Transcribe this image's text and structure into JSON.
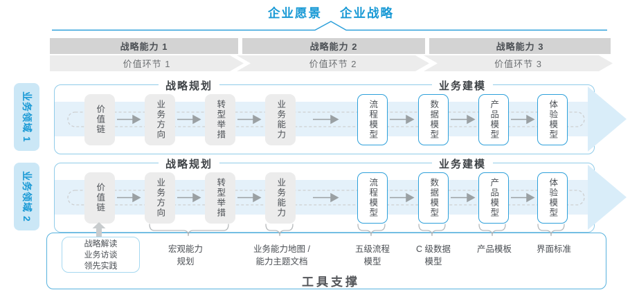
{
  "title": {
    "vision": "企业愿景",
    "strategy": "企业战略"
  },
  "strategy_capabilities": [
    "战略能力 1",
    "战略能力 2",
    "战略能力 3"
  ],
  "value_chains": [
    "价值环节 1",
    "价值环节 2",
    "价值环节 3"
  ],
  "business_domains": [
    "业务领域 1",
    "业务领域 2"
  ],
  "panels": {
    "planning_header": "战略规划",
    "modeling_header": "业务建模",
    "planning_boxes": [
      "价值链",
      "业务方向",
      "转型举措",
      "业务能力"
    ],
    "modeling_boxes": [
      "流程模型",
      "数据模型",
      "产品模型",
      "体验模型"
    ]
  },
  "bottom": {
    "practice_box": "战略解读\n业务访谈\n领先实践",
    "annotations": [
      "宏观能力\n规划",
      "业务能力地图 /\n能力主题文档",
      "五级流程\n模型",
      "C 级数据\n模型",
      "产品模板",
      "界面标准"
    ],
    "tools_label": "工具支撑"
  },
  "colors": {
    "accent_blue": "#1899d5",
    "box_border_blue": "#2da0da",
    "panel_border": "#8fcbe9",
    "band_fill": "#e4f1fa",
    "arrowhead_fill": "#d9edf9",
    "bar_gray": "#d3d3d3",
    "value_band_gray": "#ececec",
    "text_dark": "#4b4f54"
  }
}
